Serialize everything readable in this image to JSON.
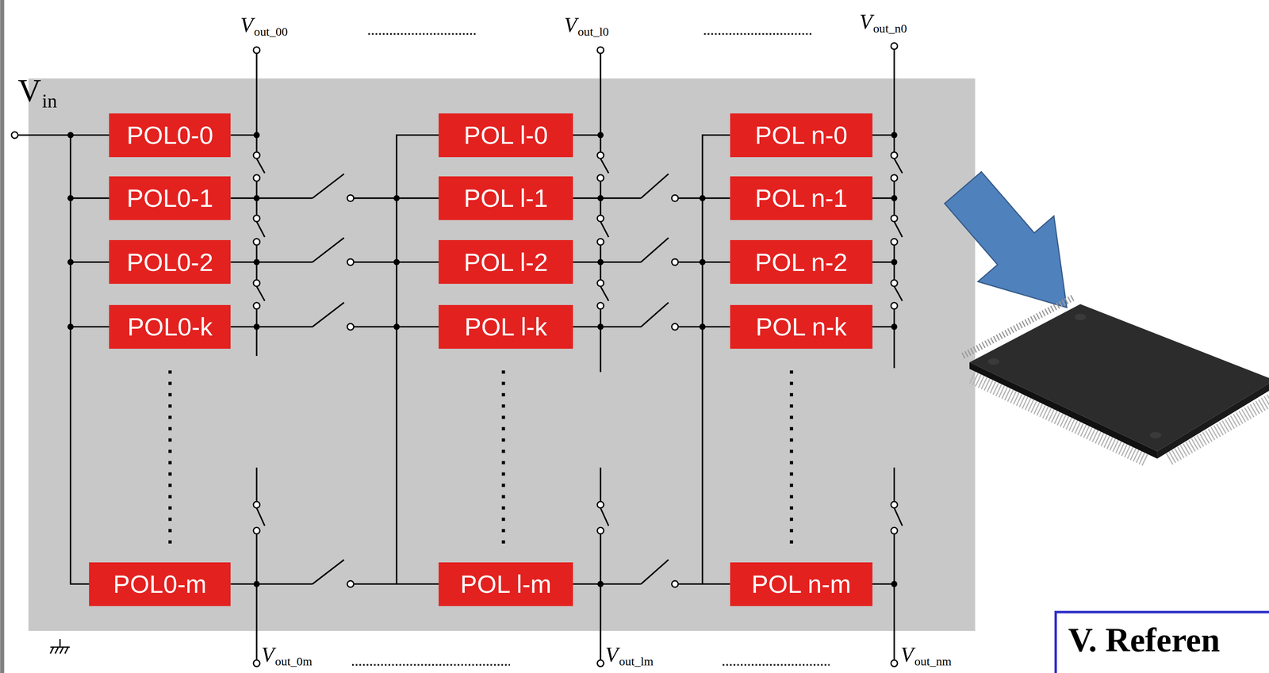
{
  "diagram": {
    "nodes": [
      {
        "text": [
          "POL0-0"
        ]
      },
      {
        "text": [
          "POL l-0"
        ]
      },
      {
        "text": [
          "POL n-0"
        ]
      },
      {
        "text": [
          "POL0-1"
        ]
      },
      {
        "text": [
          "POL l-1"
        ]
      },
      {
        "text": [
          "POL n-1"
        ]
      },
      {
        "text": [
          "POL0-2"
        ]
      },
      {
        "text": [
          "POL l-2"
        ]
      },
      {
        "text": [
          "POL n-2"
        ]
      },
      {
        "text": [
          "POL0-k"
        ]
      },
      {
        "text": [
          "POL l-k"
        ]
      },
      {
        "text": [
          "POL n-k"
        ]
      },
      {
        "text": [
          "POL0-m"
        ]
      },
      {
        "text": [
          "POL l-m"
        ]
      },
      {
        "text": [
          "POL n-m"
        ]
      },
      {
        "text": [
          "V. Referen"
        ]
      }
    ],
    "labels": [
      "V",
      "in",
      "V",
      "out_00",
      "V",
      "out_l0",
      "V",
      "out_n0",
      "V",
      "out_0m",
      "V",
      "out_lm",
      "V",
      "out_nm"
    ]
  }
}
